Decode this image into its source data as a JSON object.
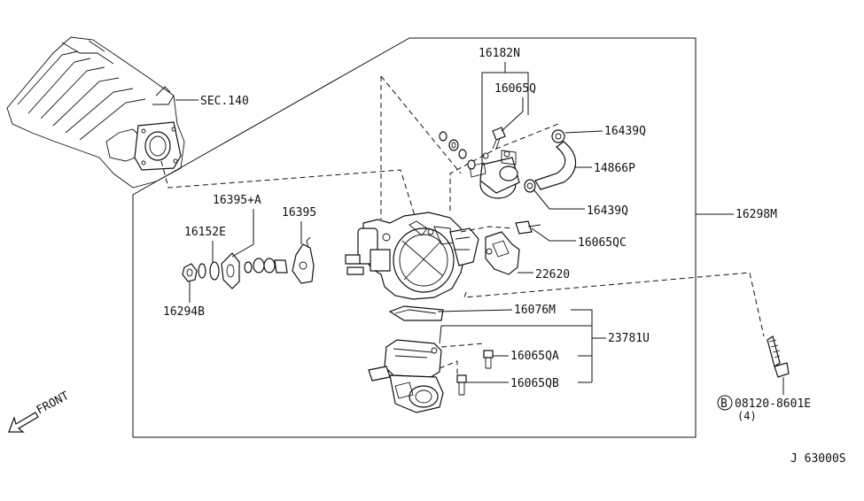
{
  "diagram": {
    "title_code": "J 63000S",
    "front_label": "FRONT",
    "section_ref": "SEC.140",
    "assembly_label": "16298M",
    "parts": {
      "p16182N": "16182N",
      "p16065Q": "16065Q",
      "p16439Q_top": "16439Q",
      "p14866P": "14866P",
      "p16439Q_bottom": "16439Q",
      "p16065QC": "16065QC",
      "p22620": "22620",
      "p16395A": "16395+A",
      "p16395": "16395",
      "p16152E": "16152E",
      "p16294B": "16294B",
      "p16076M": "16076M",
      "p23781U": "23781U",
      "p16065QA": "16065QA",
      "p16065QB": "16065QB"
    },
    "bolt": {
      "circle_letter": "B",
      "part": "08120-8601E",
      "qty": "(4)"
    }
  }
}
